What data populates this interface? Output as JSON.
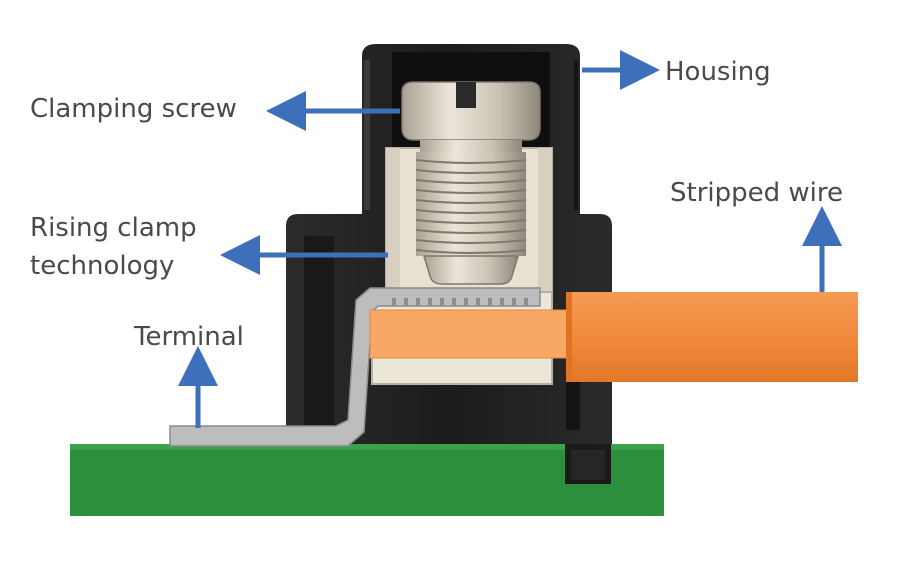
{
  "diagram": {
    "labels": {
      "housing": "Housing",
      "clamping_screw": "Clamping screw",
      "rising_clamp_line1": "Rising clamp",
      "rising_clamp_line2": "technology",
      "stripped_wire": "Stripped wire",
      "terminal": "Terminal"
    },
    "colors": {
      "arrow": "#3e6fbb",
      "housing": "#222222",
      "pcb": "#2c8f3b",
      "wire_insulation": "#f28a3c",
      "wire_conductor": "#f7a864",
      "screw": "#cfc8bc",
      "clamp": "#e8e1d2",
      "terminal": "#bdbdbd"
    }
  }
}
